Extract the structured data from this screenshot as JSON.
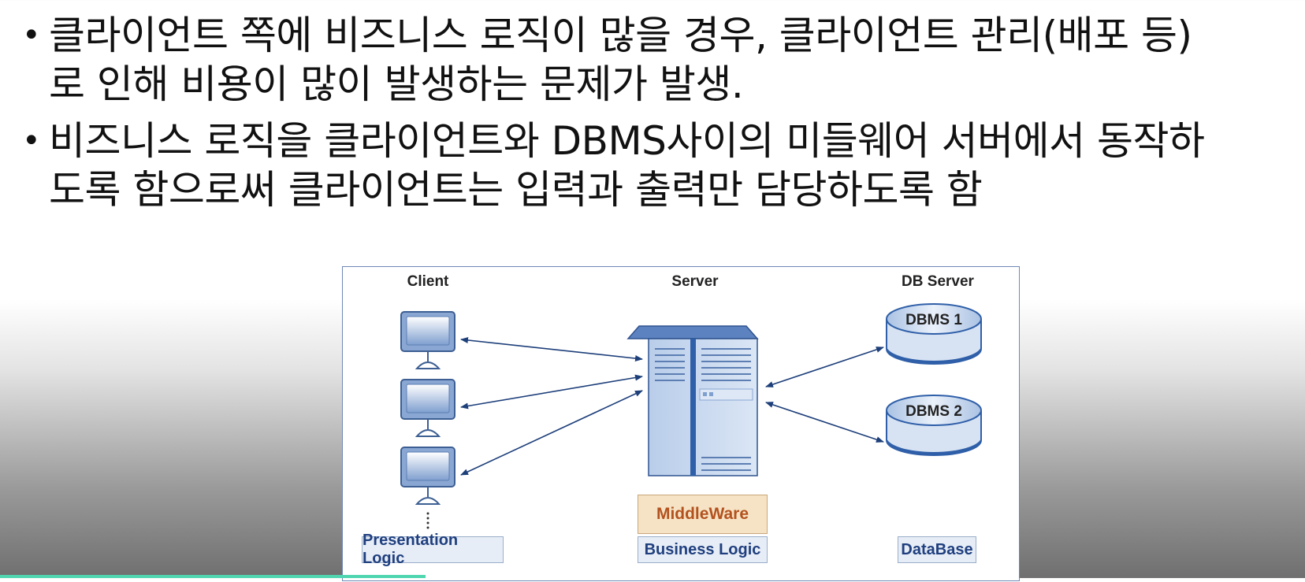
{
  "bullets": [
    {
      "lines": [
        "클라이언트 쪽에 비즈니스 로직이 많을 경우, 클라이언트 관리(배포 등)",
        "로 인해 비용이 많이 발생하는 문제가 발생."
      ]
    },
    {
      "lines": [
        "비즈니스 로직을 클라이언트와 DBMS사이의 미들웨어 서버에서 동작하",
        "도록 함으로써 클라이언트는 입력과 출력만 담당하도록 함"
      ]
    }
  ],
  "diagram": {
    "client_title": "Client",
    "server_title": "Server",
    "db_title": "DB Server",
    "dbms1": "DBMS 1",
    "dbms2": "DBMS 2",
    "middleware": "MiddleWare",
    "presentation": "Presentation Logic",
    "business": "Business Logic",
    "database": "DataBase"
  },
  "colors": {
    "monitor": "#8aa7d3",
    "server_body": "#c5d6ee",
    "server_top": "#5c82bf",
    "db_body": "#d7e3f3",
    "arrow": "#1d3f7a",
    "middleware_bg": "#f6e3c5",
    "middleware_text": "#b3521e",
    "progress": "#4fd6b0"
  },
  "icons": [
    "monitor-icon",
    "server-tower-icon",
    "database-cylinder-icon"
  ]
}
